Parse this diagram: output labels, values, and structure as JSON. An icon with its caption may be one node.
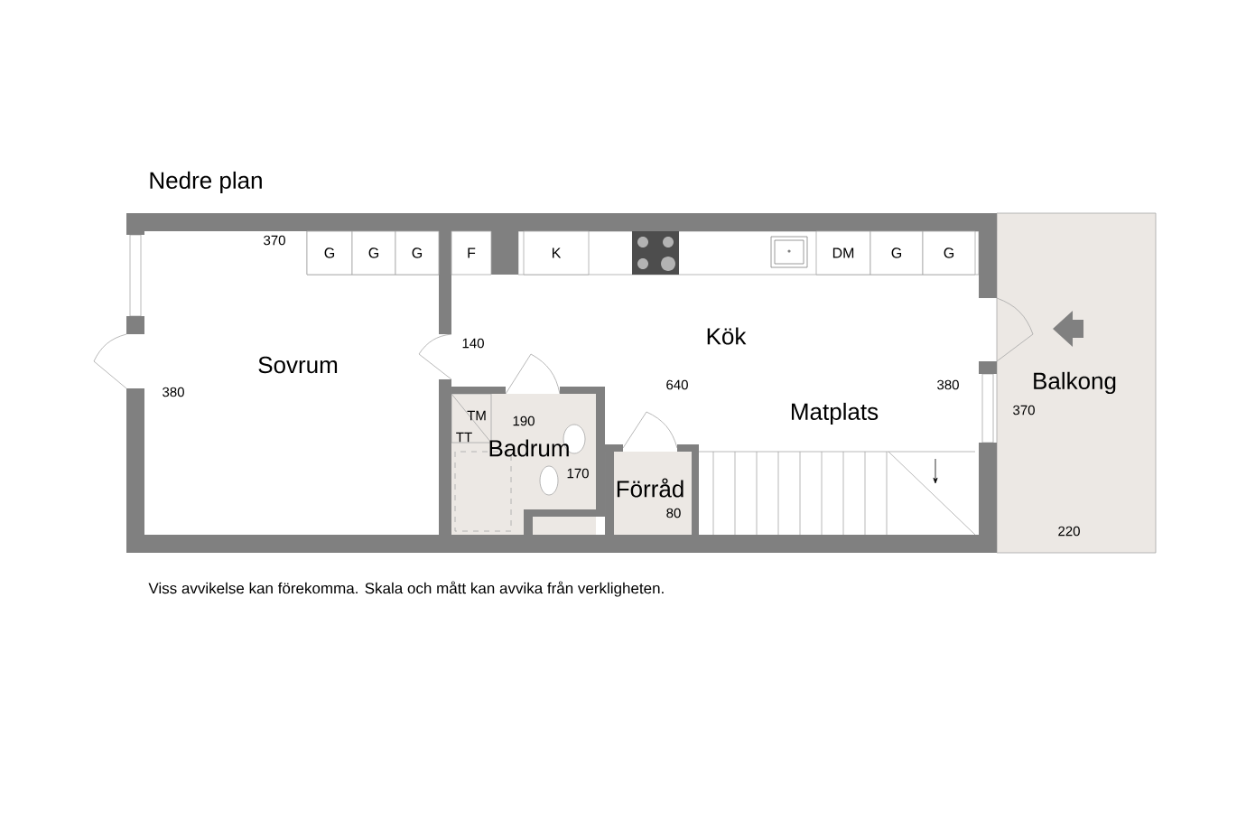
{
  "diagram": {
    "title": "Nedre plan",
    "caption": "Viss avvikelse kan förekomma. Skala och mått kan avvika från verkligheten.",
    "nodes": [
      {
        "text": [
          "Sovrum"
        ]
      },
      {
        "text": [
          "G"
        ]
      },
      {
        "text": [
          "G"
        ]
      },
      {
        "text": [
          "G"
        ]
      },
      {
        "text": [
          "Kök",
          "Matplats"
        ]
      },
      {
        "text": [
          "F"
        ]
      },
      {
        "text": [
          "K"
        ]
      },
      {
        "text": [
          "DM"
        ]
      },
      {
        "text": [
          "G"
        ]
      },
      {
        "text": [
          "G"
        ]
      },
      {
        "text": [
          "Badrum"
        ]
      },
      {
        "text": [
          "Förråd"
        ]
      },
      {
        "text": [
          "Balkong"
        ]
      }
    ],
    "labels": [
      "370",
      "380",
      "140",
      "640",
      "380",
      "TM",
      "TT",
      "190",
      "170",
      "80",
      "370",
      "220"
    ]
  }
}
